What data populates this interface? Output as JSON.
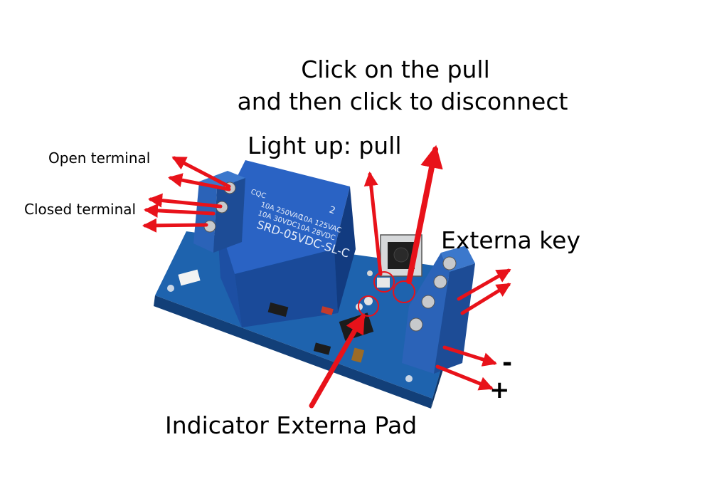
{
  "labels": {
    "title_line1": "Click on the pull",
    "title_line2": "and then click to disconnect",
    "light_up": "Light up: pull",
    "open_terminal": "Open terminal",
    "closed_terminal": "Closed terminal",
    "externa_key": "Externa key",
    "indicator": "Indicator Externa Pad",
    "minus": "-",
    "plus": "+"
  },
  "relay_markings": {
    "line1": "10A 250VAC",
    "line2": "10A 30VDC",
    "line3": "10A 125VAC",
    "line4": "10A 28VDC",
    "model": "SRD-05VDC-SL-C",
    "cqc": "CQC",
    "ul_number": "2"
  },
  "colors": {
    "arrow": "#e8121a",
    "pcb": "#1d5ea8",
    "relay": "#2a63c4",
    "terminal": "#2b63b8"
  }
}
